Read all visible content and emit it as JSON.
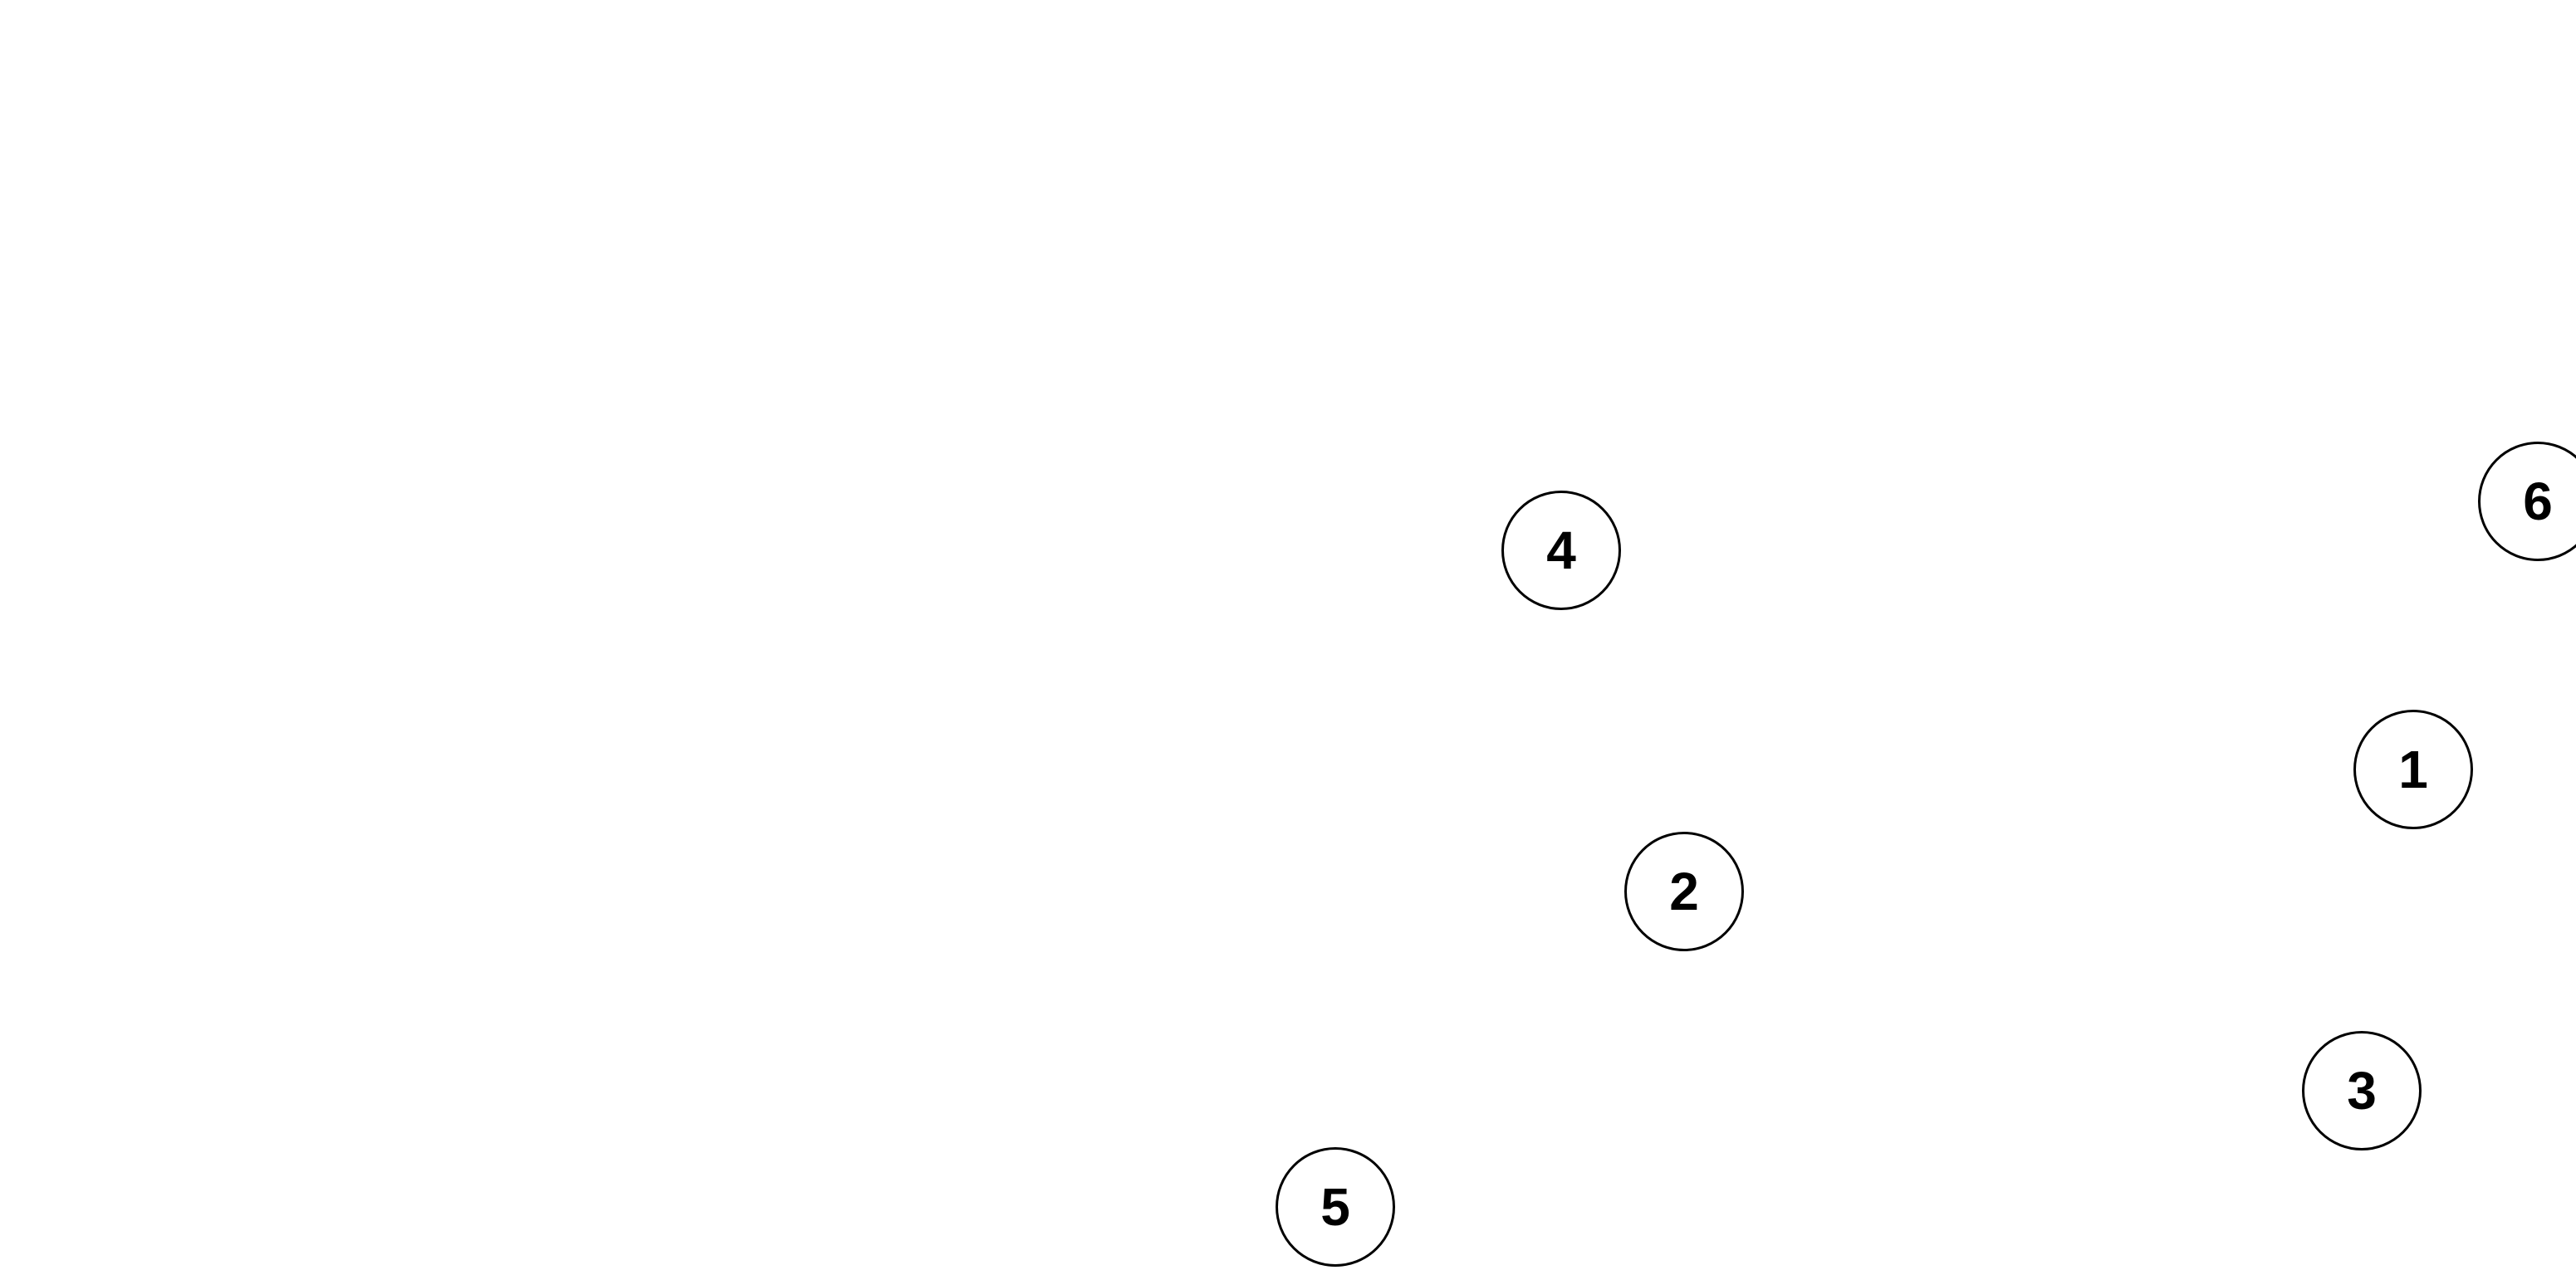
{
  "markers": [
    {
      "label": "1"
    },
    {
      "label": "2"
    },
    {
      "label": "3"
    },
    {
      "label": "4"
    },
    {
      "label": "5"
    },
    {
      "label": "6"
    }
  ],
  "colors": {
    "background": "#ffffff",
    "circle_stroke": "#000000",
    "label_text": "#000000"
  }
}
